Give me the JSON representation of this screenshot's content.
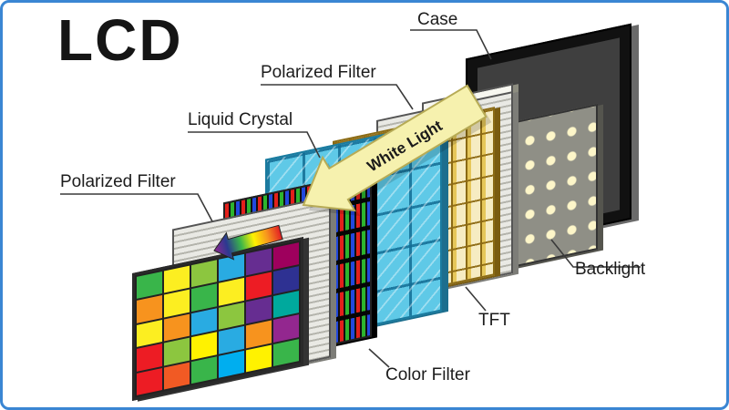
{
  "title": "LCD",
  "labels": {
    "case": "Case",
    "polarized_filter_top": "Polarized Filter",
    "liquid_crystal": "Liquid Crystal",
    "polarized_filter_front": "Polarized Filter",
    "backlight": "Backlight",
    "tft": "TFT",
    "color_filter": "Color Filter",
    "white_light": "White Light"
  },
  "colors": {
    "frame_blue": "#3a86d3",
    "arrow_fill": "#f6f1ae",
    "arrow_stroke": "#b7ab56",
    "liquid_crystal_blue": "#5fc9e7",
    "tft_gold": "#e6c75a",
    "case_black": "#111111",
    "label_text": "#1c1c1c",
    "leader_line": "#3a3a3a"
  },
  "screen": {
    "rows": 5,
    "cols": 6,
    "palette": [
      [
        "#39b54a",
        "#fcee21",
        "#8cc63f",
        "#29abe2",
        "#662d91",
        "#9e005d"
      ],
      [
        "#f7931e",
        "#fcee21",
        "#39b54a",
        "#fcee21",
        "#ed1c24",
        "#2e3192"
      ],
      [
        "#fcee21",
        "#f7931e",
        "#29abe2",
        "#8cc63f",
        "#662d91",
        "#00a99d"
      ],
      [
        "#ed1c24",
        "#8cc63f",
        "#fff200",
        "#29abe2",
        "#f7931e",
        "#93278f"
      ],
      [
        "#ed1c24",
        "#f15a24",
        "#39b54a",
        "#00aeef",
        "#fff200",
        "#39b54a"
      ]
    ]
  }
}
